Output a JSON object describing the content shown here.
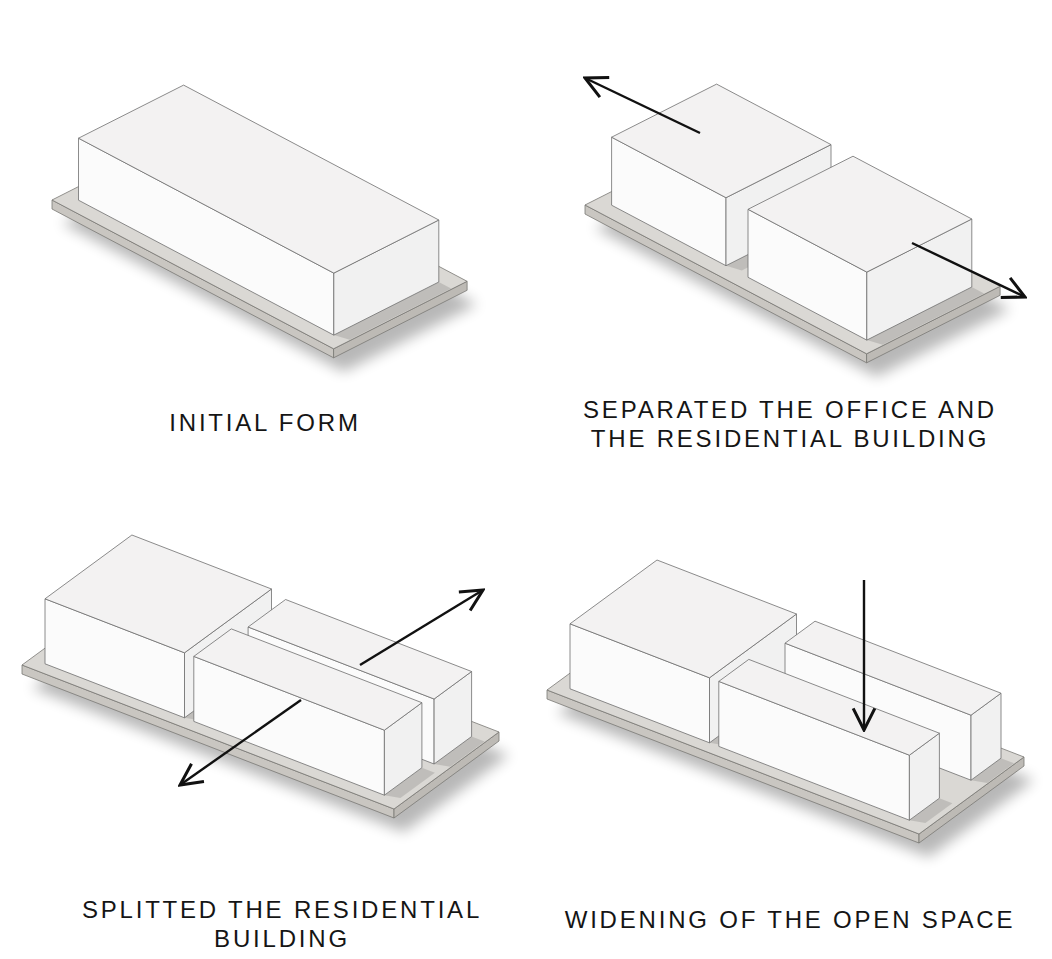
{
  "diagram": {
    "labels": [
      "INITIAL FORM",
      "SEPARATED THE OFFICE AND THE RESIDENTIAL BUILDING",
      "SPLITTED THE RESIDENTIAL BUILDING",
      "WIDENING OF THE OPEN SPACE"
    ]
  }
}
